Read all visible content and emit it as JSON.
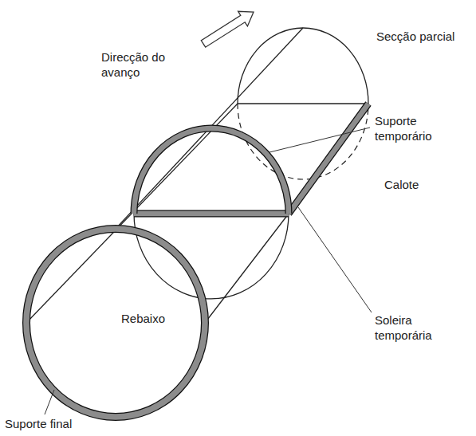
{
  "diagram": {
    "labels": [
      "Direcção do avanço",
      "Secção parcial",
      "Suporte temporário",
      "Calote",
      "Rebaixo",
      "Soleira temporária",
      "Suporte final"
    ]
  }
}
